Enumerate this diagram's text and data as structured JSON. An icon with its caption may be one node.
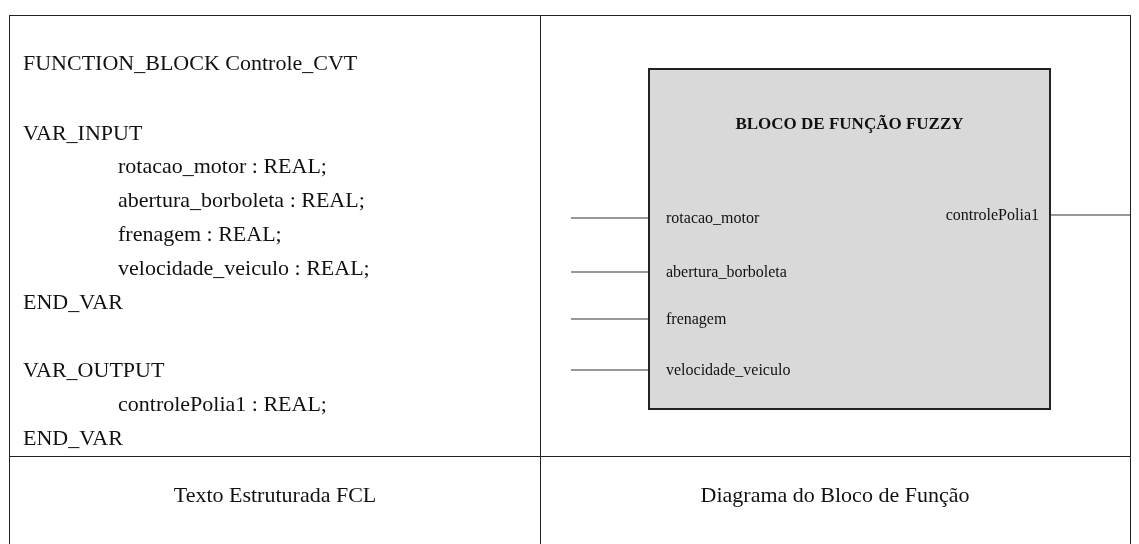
{
  "diagram": {
    "nodes": [
      {
        "text": [
          "BLOCO DE FUNÇÃO FUZZY"
        ]
      },
      {
        "text": [
          "rotacao_motor"
        ],
        "in": 0
      },
      {
        "text": [
          "abertura_borboleta"
        ],
        "in": 0
      },
      {
        "text": [
          "frenagem"
        ],
        "in": 0
      },
      {
        "text": [
          "velocidade_veiculo"
        ],
        "in": 0
      },
      {
        "text": [
          "controlePolia1"
        ],
        "in": 0
      }
    ],
    "edges": [
      {
        "from": null,
        "to": 1,
        "arrow": "none"
      },
      {
        "from": null,
        "to": 2,
        "arrow": "none"
      },
      {
        "from": null,
        "to": 3,
        "arrow": "none"
      },
      {
        "from": null,
        "to": 4,
        "arrow": "none"
      },
      {
        "from": 5,
        "to": null,
        "arrow": "none"
      }
    ],
    "labels": [
      "FUNCTION_BLOCK Controle_CVT",
      "VAR_INPUT",
      "rotacao_motor : REAL;",
      "abertura_borboleta : REAL;",
      "frenagem : REAL;",
      "velocidade_veiculo : REAL;",
      "END_VAR",
      "VAR_OUTPUT",
      "controlePolia1 : REAL;",
      "END_VAR",
      "Texto Estruturada FCL",
      "Diagrama do Bloco de Função"
    ]
  }
}
